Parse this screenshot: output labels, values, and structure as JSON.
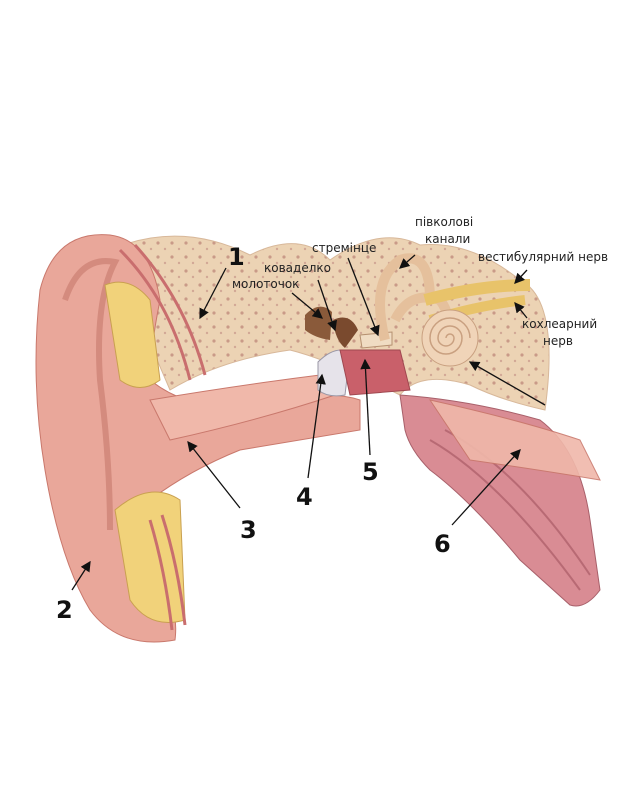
{
  "labels": {
    "stapes": "стремінце",
    "incus": "коваделко",
    "malleus": "молоточок",
    "semicircular_1": "півколові",
    "semicircular_2": "канали",
    "vestibular_nerve": "вестибулярний нерв",
    "cochlear_1": "кохлеарний",
    "cochlear_2": "нерв"
  },
  "numbers": [
    "1",
    "2",
    "3",
    "4",
    "5",
    "6"
  ],
  "colors": {
    "skin": "#e9a79a",
    "bone": "#ecd3b4",
    "fat": "#f1d27a",
    "nerve": "#e8c36a",
    "tube": "#d98c94"
  }
}
